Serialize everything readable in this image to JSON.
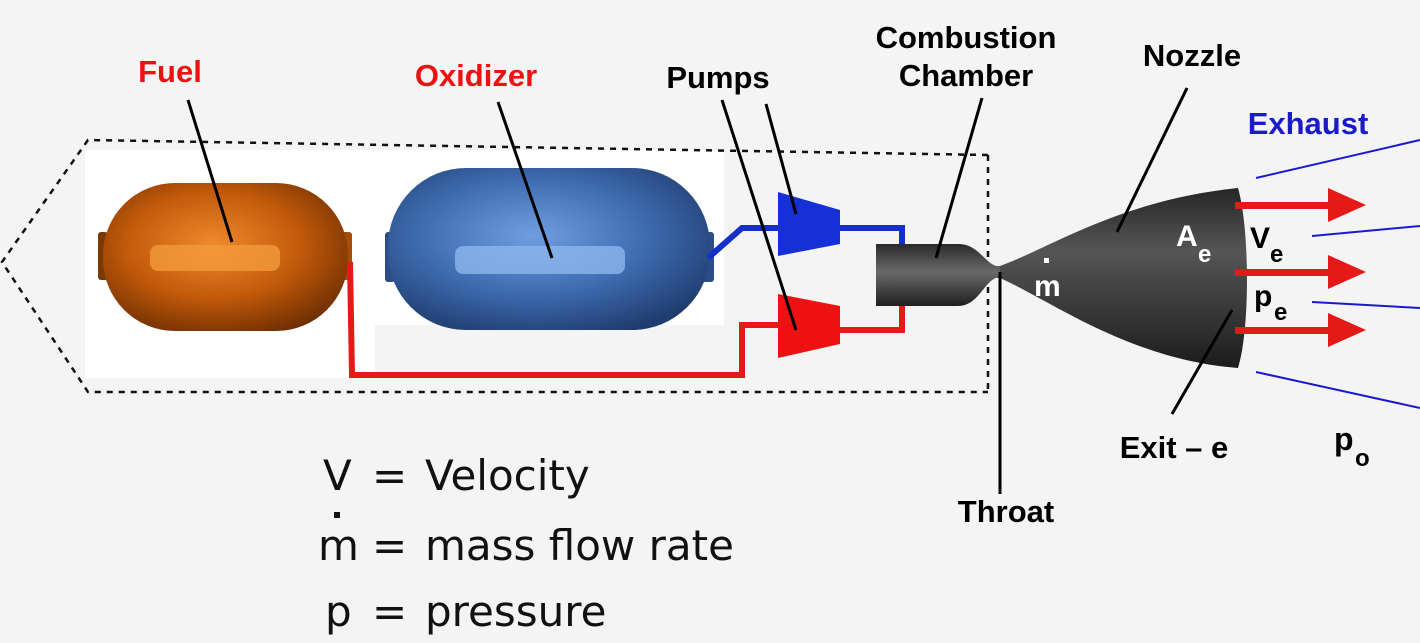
{
  "labels": {
    "fuel": "Fuel",
    "oxidizer": "Oxidizer",
    "pumps": "Pumps",
    "combustion_1": "Combustion",
    "combustion_2": "Chamber",
    "nozzle": "Nozzle",
    "exhaust": "Exhaust",
    "throat": "Throat",
    "exit": "Exit – e",
    "mdot": "m",
    "area_exit": "A",
    "area_exit_sub": "e",
    "vel_exit": "V",
    "vel_exit_sub": "e",
    "p_exit": "p",
    "p_exit_sub": "e",
    "p_ambient": "p",
    "p_ambient_sub": "o"
  },
  "legend": [
    {
      "symbol": "V",
      "eq": "=",
      "text": "Velocity"
    },
    {
      "symbol": "m",
      "eq": "=",
      "text": "mass flow rate"
    },
    {
      "symbol": "p",
      "eq": "=",
      "text": "pressure"
    }
  ],
  "colors": {
    "fuel_label": "#ee1111",
    "oxidizer_label": "#ee1111",
    "exhaust_label": "#1a1acc",
    "fuel_line": "#e61919",
    "oxidizer_line": "#1530c8",
    "fuel_tank": "#c8620e",
    "oxidizer_tank": "#3d6fb5",
    "engine": "#3a3a3a"
  }
}
